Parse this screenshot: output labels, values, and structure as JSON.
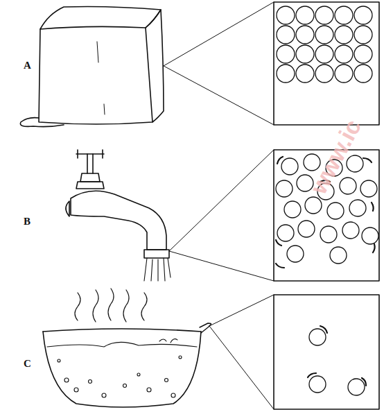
{
  "diagram": {
    "labels": [
      "A",
      "B",
      "C",
      "www.ic"
    ]
  }
}
